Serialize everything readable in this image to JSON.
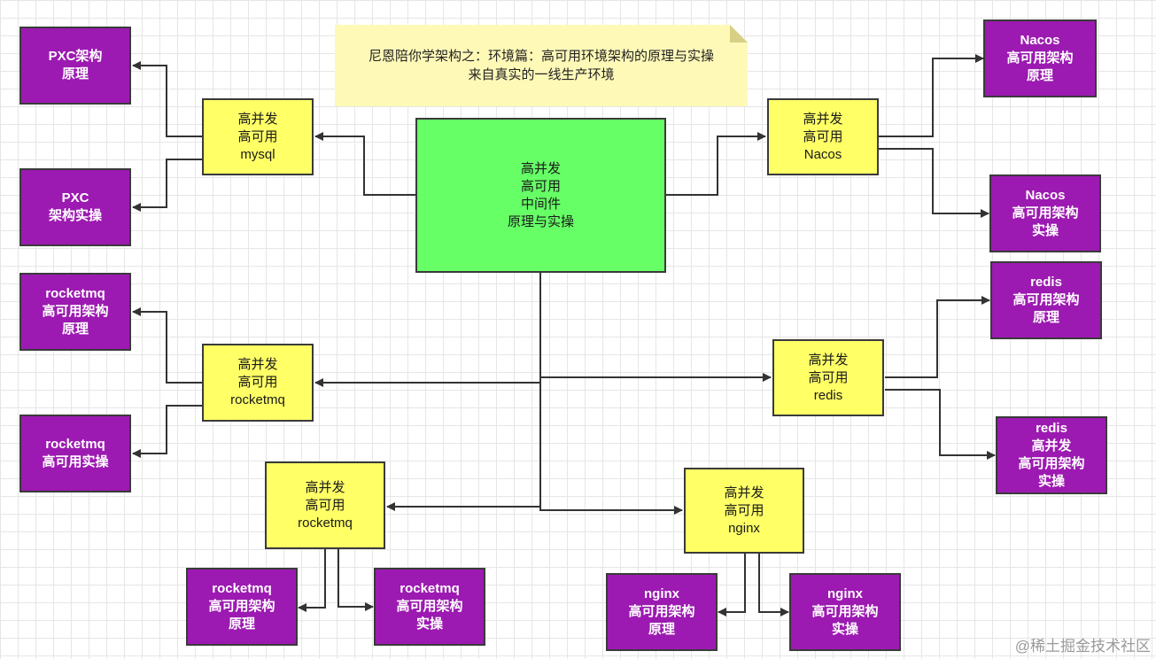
{
  "note": {
    "line1": "尼恩陪你学架构之：环境篇：高可用环境架构的原理与实操",
    "line2": "来自真实的一线生产环境"
  },
  "hub": {
    "lines": [
      "高并发",
      "高可用",
      "中间件",
      "原理与实操"
    ]
  },
  "nodes": {
    "mysql": {
      "lines": [
        "高并发",
        "高可用",
        "mysql"
      ]
    },
    "nacos": {
      "lines": [
        "高并发",
        "高可用",
        "Nacos"
      ]
    },
    "rocketmq_left": {
      "lines": [
        "高并发",
        "高可用",
        "rocketmq"
      ]
    },
    "redis": {
      "lines": [
        "高并发",
        "高可用",
        "redis"
      ]
    },
    "rocketmq_bottom": {
      "lines": [
        "高并发",
        "高可用",
        "rocketmq"
      ]
    },
    "nginx": {
      "lines": [
        "高并发",
        "高可用",
        "nginx"
      ]
    }
  },
  "leaves": {
    "pxc_principle": {
      "lines": [
        "PXC架构",
        "原理"
      ]
    },
    "pxc_practice": {
      "lines": [
        "PXC",
        "架构实操"
      ]
    },
    "nacos_principle": {
      "lines": [
        "Nacos",
        "高可用架构",
        "原理"
      ]
    },
    "nacos_practice": {
      "lines": [
        "Nacos",
        "高可用架构",
        "实操"
      ]
    },
    "rocketmq_principle_left": {
      "lines": [
        "rocketmq",
        "高可用架构",
        "原理"
      ]
    },
    "rocketmq_practice_left": {
      "lines": [
        "rocketmq",
        "高可用实操"
      ]
    },
    "redis_principle": {
      "lines": [
        "redis",
        "高可用架构",
        "原理"
      ]
    },
    "redis_practice": {
      "lines": [
        "redis",
        "高并发",
        "高可用架构",
        "实操"
      ]
    },
    "rocketmq_principle_bottom": {
      "lines": [
        "rocketmq",
        "高可用架构",
        "原理"
      ]
    },
    "rocketmq_practice_bottom": {
      "lines": [
        "rocketmq",
        "高可用架构",
        "实操"
      ]
    },
    "nginx_principle": {
      "lines": [
        "nginx",
        "高可用架构",
        "原理"
      ]
    },
    "nginx_practice": {
      "lines": [
        "nginx",
        "高可用架构",
        "实操"
      ]
    }
  },
  "watermark": "@稀土掘金技术社区",
  "colors": {
    "hub": "#66ff66",
    "middleware_node": "#ffff66",
    "leaf_node": "#9c1ab1",
    "note": "#fff9b8",
    "connector": "#333333"
  }
}
